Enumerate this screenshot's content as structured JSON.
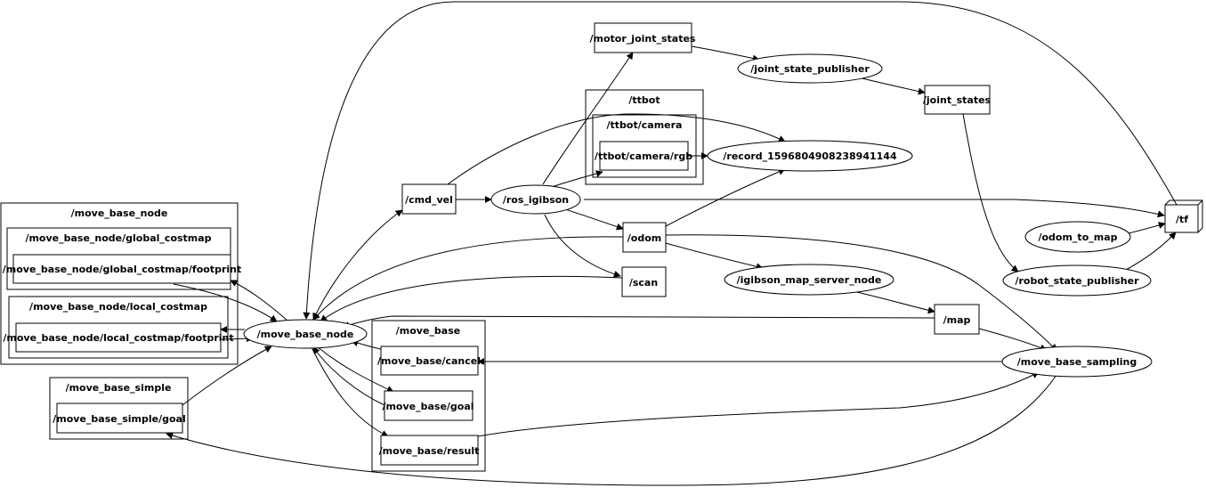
{
  "clusters": {
    "move_base_node": "/move_base_node",
    "global_costmap": "/move_base_node/global_costmap",
    "local_costmap": "/move_base_node/local_costmap",
    "move_base_simple": "/move_base_simple",
    "move_base": "/move_base",
    "ttbot": "/ttbot",
    "ttbot_camera": "/ttbot/camera"
  },
  "topics": {
    "global_footprint": "/move_base_node/global_costmap/footprint",
    "local_footprint": "/move_base_node/local_costmap/footprint",
    "simple_goal": "/move_base_simple/goal",
    "cmd_vel": "/cmd_vel",
    "odom": "/odom",
    "scan": "/scan",
    "cancel": "/move_base/cancel",
    "goal": "/move_base/goal",
    "result": "/move_base/result",
    "motor_joint_states": "/motor_joint_states",
    "camera_rgb": "/ttbot/camera/rgb",
    "joint_states": "/joint_states",
    "map": "/map",
    "tf": "/tf"
  },
  "nodes": {
    "move_base_node": "/move_base_node",
    "ros_igibson": "/ros_igibson",
    "joint_state_publisher": "/joint_state_publisher",
    "record": "/record_1596804908238941144",
    "igibson_map_server_node": "/igibson_map_server_node",
    "move_base_sampling": "/move_base_sampling",
    "odom_to_map": "/odom_to_map",
    "robot_state_publisher": "/robot_state_publisher"
  }
}
